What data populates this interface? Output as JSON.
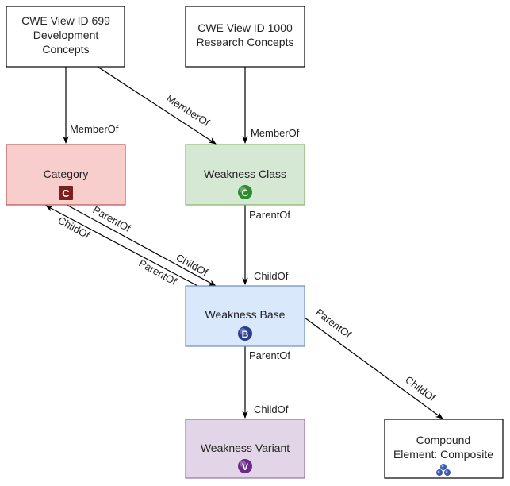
{
  "nodes": {
    "view699": {
      "lines": [
        "CWE View ID 699",
        "Development",
        "Concepts"
      ],
      "fill": "#ffffff",
      "stroke": "#000000"
    },
    "view1000": {
      "lines": [
        "CWE View ID 1000",
        "Research Concepts"
      ],
      "fill": "#ffffff",
      "stroke": "#000000"
    },
    "category": {
      "lines": [
        "Category"
      ],
      "fill": "#f8cecc",
      "stroke": "#b85450",
      "icon": "category-icon",
      "icon_letter": "C",
      "icon_color": "#7b1f1f"
    },
    "weakness_class": {
      "lines": [
        "Weakness Class"
      ],
      "fill": "#d5e8d4",
      "stroke": "#82b366",
      "icon": "class-icon",
      "icon_letter": "C",
      "icon_color": "#2e8b2e"
    },
    "weakness_base": {
      "lines": [
        "Weakness Base"
      ],
      "fill": "#dae8fc",
      "stroke": "#6c8ebf",
      "icon": "base-icon",
      "icon_letter": "B",
      "icon_color": "#2a3d8f"
    },
    "weakness_variant": {
      "lines": [
        "Weakness Variant"
      ],
      "fill": "#e1d5e7",
      "stroke": "#9673a6",
      "icon": "variant-icon",
      "icon_letter": "V",
      "icon_color": "#6a2a8a"
    },
    "compound": {
      "lines": [
        "Compound",
        "Element: Composite"
      ],
      "fill": "#ffffff",
      "stroke": "#000000",
      "icon": "composite-icon",
      "icon_color": "#3a5bb0"
    }
  },
  "edges": {
    "view699_category": "MemberOf",
    "view699_class": "MemberOf",
    "view1000_class": "MemberOf",
    "class_parent": "ParentOf",
    "class_child": "ChildOf",
    "cat_base_parent": "ParentOf",
    "cat_base_child": "ChildOf",
    "base_cat_child": "ChildOf",
    "base_cat_parent": "ParentOf",
    "base_variant_parent": "ParentOf",
    "base_variant_child": "ChildOf",
    "base_compound_parent": "ParentOf",
    "base_compound_child": "ChildOf"
  }
}
